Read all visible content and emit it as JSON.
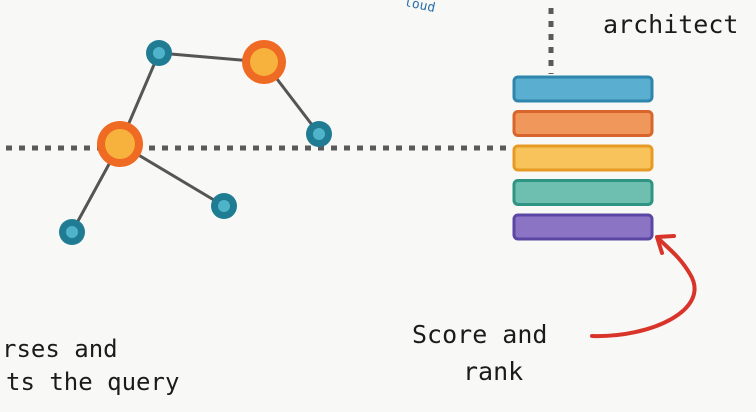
{
  "labels": {
    "top_right": "architect",
    "cloud_fragment": "loud",
    "left_caption_line1": "rses and",
    "left_caption_line2": "ts the query",
    "score_line1": "Score and",
    "score_line2": "rank"
  },
  "colors": {
    "background": "#f8f8f6",
    "node_teal": "#1f7c93",
    "node_orange_ring": "#ef6a23",
    "node_orange_fill": "#f6b23c",
    "edge": "#555555",
    "dotted_line": "#5a5a5a",
    "arrow_red": "#d9342a",
    "bar_blue": "#5aafd0",
    "bar_orange": "#f0975c",
    "bar_yellow": "#f7c35a",
    "bar_teal": "#6fbfb1",
    "bar_purple": "#8c74c4"
  },
  "ranked_bars": [
    {
      "name": "bar-blue",
      "color_key": "bar_blue",
      "stroke": "#2f86ad"
    },
    {
      "name": "bar-orange",
      "color_key": "bar_orange",
      "stroke": "#d8662c"
    },
    {
      "name": "bar-yellow",
      "color_key": "bar_yellow",
      "stroke": "#e79b24"
    },
    {
      "name": "bar-teal",
      "color_key": "bar_teal",
      "stroke": "#2f9483"
    },
    {
      "name": "bar-purple",
      "color_key": "bar_purple",
      "stroke": "#5c46a3"
    }
  ]
}
